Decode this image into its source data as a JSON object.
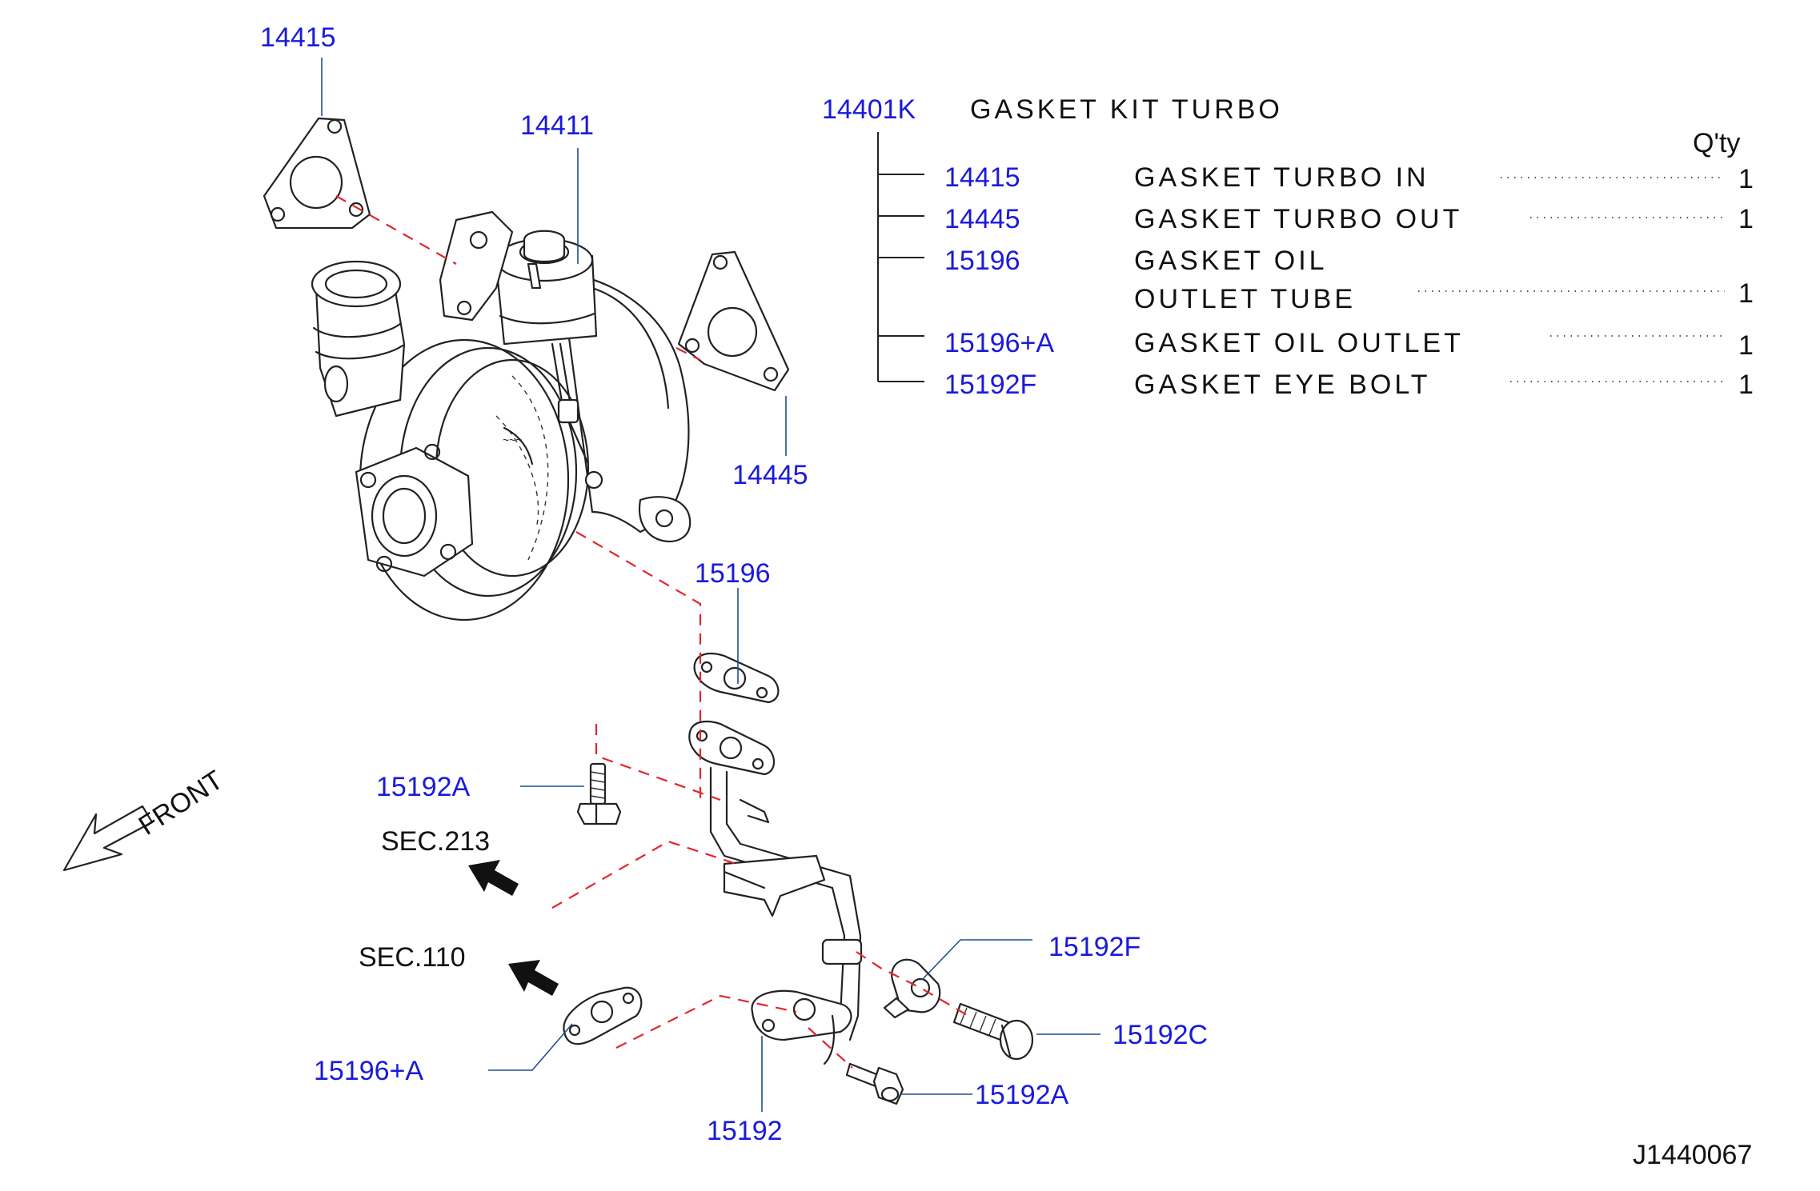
{
  "callouts": {
    "c14415": "14415",
    "c14411": "14411",
    "c14445": "14445",
    "c15196": "15196",
    "c15192A_top": "15192A",
    "c15192F": "15192F",
    "c15192C": "15192C",
    "c15192A_bot": "15192A",
    "c15196A": "15196+A",
    "c15192": "15192"
  },
  "sections": {
    "sec213": "SEC.213",
    "sec110": "SEC.110"
  },
  "front_label": "FRONT",
  "kit": {
    "number": "14401K",
    "title": "GASKET  KIT  TURBO",
    "qty_header": "Q'ty",
    "items": [
      {
        "part": "14415",
        "desc": "GASKET  TURBO  IN",
        "desc2": "",
        "qty": "1"
      },
      {
        "part": "14445",
        "desc": "GASKET  TURBO  OUT",
        "desc2": "",
        "qty": "1"
      },
      {
        "part": "15196",
        "desc": "GASKET  OIL",
        "desc2": "OUTLET  TUBE",
        "qty": "1"
      },
      {
        "part": "15196+A",
        "desc": "GASKET  OIL  OUTLET",
        "desc2": "",
        "qty": "1"
      },
      {
        "part": "15192F",
        "desc": "GASKET  EYE  BOLT",
        "desc2": "",
        "qty": "1"
      }
    ]
  },
  "drawing_id": "J1440067",
  "colors": {
    "callout": "#1a1adb",
    "leader": "#1f4e8c",
    "dashed_line": "#e3262b",
    "text": "#111111"
  }
}
